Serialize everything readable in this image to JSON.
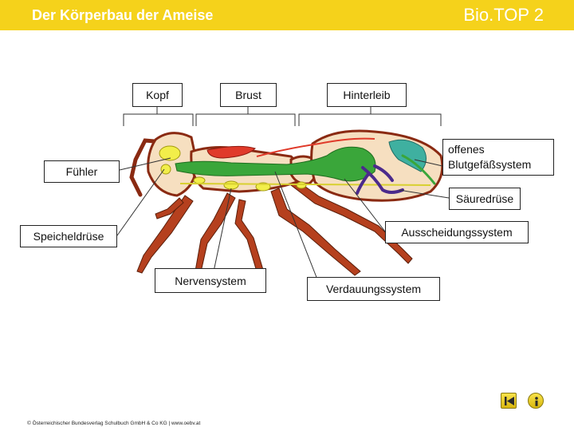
{
  "header": {
    "title": "Der Körperbau der Ameise",
    "brand": "Bio.TOP 2"
  },
  "labels": {
    "kopf": "Kopf",
    "brust": "Brust",
    "hinterleib": "Hinterleib",
    "fuehler": "Fühler",
    "blutgefaess": "offenes Blutgefäßsystem",
    "saeuredruese": "Säuredrüse",
    "speicheldruese": "Speicheldrüse",
    "ausscheidung": "Ausscheidungssystem",
    "nervensystem": "Nervensystem",
    "verdauung": "Verdauungssystem"
  },
  "footer": {
    "copyright": "© Österreichischer Bundesverlag Schulbuch GmbH & Co KG | www.oebv.at"
  },
  "nav": {
    "back_icon": "skip-back-icon",
    "info_icon": "info-icon"
  },
  "colors": {
    "header": "#f5d21b",
    "body_red": "#b5401e",
    "digestive_green": "#3aa63a",
    "nerve_yellow": "#f2ee4a",
    "acid_purple": "#4b2a8c",
    "blood_red": "#e03a2a",
    "excretion_teal": "#3fb0a0"
  }
}
